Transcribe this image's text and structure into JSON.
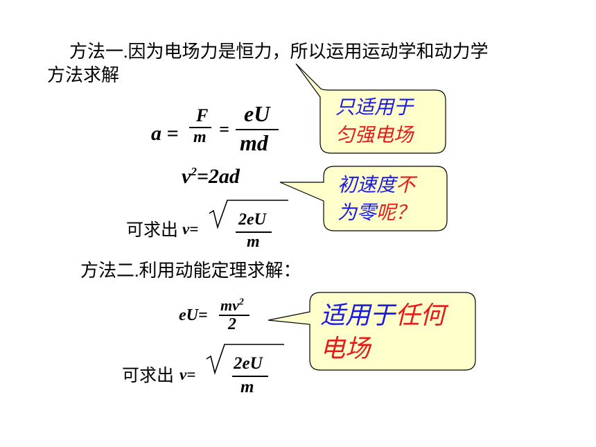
{
  "method1": {
    "line1": "方法一.因为电场力是恒力，所以运用运动学和动力学",
    "line2": "方法求解"
  },
  "eq_accel": {
    "lhs": "a =",
    "f_num": "F",
    "f_den": "m",
    "eq": "=",
    "f2_num": "eU",
    "f2_den": "md"
  },
  "eq_v2": {
    "v": "v",
    "sup": "2",
    "rest": "=2ad"
  },
  "result1": {
    "prefix": "可求出",
    "var": "v=",
    "num": "2eU",
    "den": "m"
  },
  "method2": {
    "text": "方法二.利用动能定理求解："
  },
  "eq_energy": {
    "lhs": "eU=",
    "num_mv": "mv",
    "num_sup": "2",
    "den": "2"
  },
  "result2": {
    "prefix": "可求出",
    "var": "v=",
    "num": "2eU",
    "den": "m"
  },
  "callout1": {
    "line1": "只适用于",
    "line2": "匀强电场"
  },
  "callout2": {
    "line1_a": "初速度",
    "line1_b": "不",
    "line2_a": "为零",
    "line2_b": "呢？"
  },
  "callout3": {
    "line1_a": "适用于",
    "line1_b": "任何",
    "line2": "电场"
  },
  "colors": {
    "callout_fill": "#ffffcc",
    "blue_text": "#1a1ae6",
    "red_text": "#e61a1a"
  }
}
